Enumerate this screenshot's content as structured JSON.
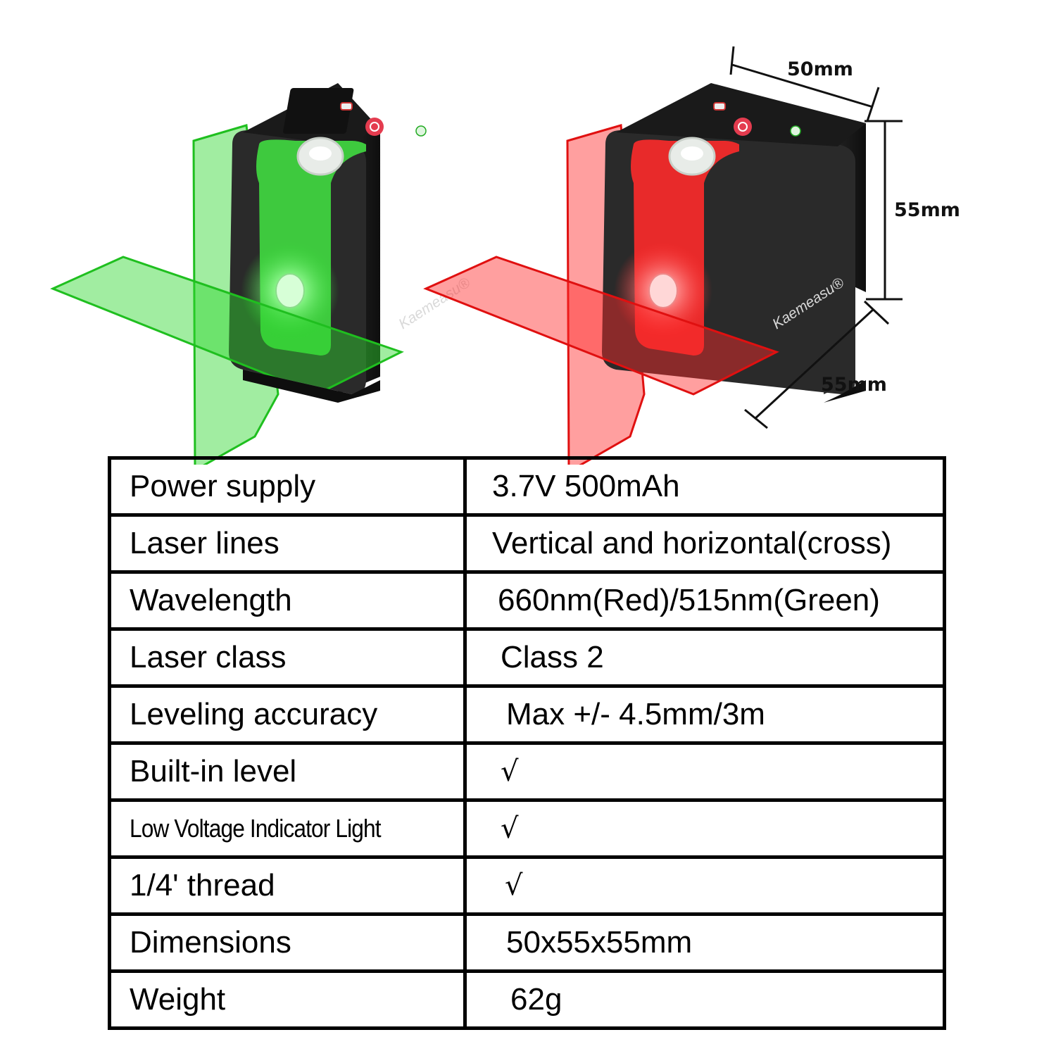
{
  "product": {
    "brand": "Kaemeasu®"
  },
  "dimensions": {
    "width_label": "50mm",
    "height_label": "55mm",
    "depth_label": "55mm"
  },
  "colors": {
    "green_laser": "#2fd62f",
    "red_laser": "#ff2a2a",
    "body": "#1c1c1c",
    "border": "#000000"
  },
  "specs": [
    {
      "label": "Power supply",
      "value": "3.7V 500mAh"
    },
    {
      "label": "Laser lines",
      "value": "Vertical and horizontal(cross)"
    },
    {
      "label": "Wavelength",
      "value": "660nm(Red)/515nm(Green)"
    },
    {
      "label": "Laser class",
      "value": "Class 2"
    },
    {
      "label": "Leveling accuracy",
      "value": "Max +/- 4.5mm/3m"
    },
    {
      "label": "Built-in level",
      "value": "√"
    },
    {
      "label": "Low Voltage Indicator Light",
      "value": "√"
    },
    {
      "label": "1/4' thread",
      "value": "√"
    },
    {
      "label": "Dimensions",
      "value": "50x55x55mm"
    },
    {
      "label": "Weight",
      "value": "62g"
    }
  ]
}
